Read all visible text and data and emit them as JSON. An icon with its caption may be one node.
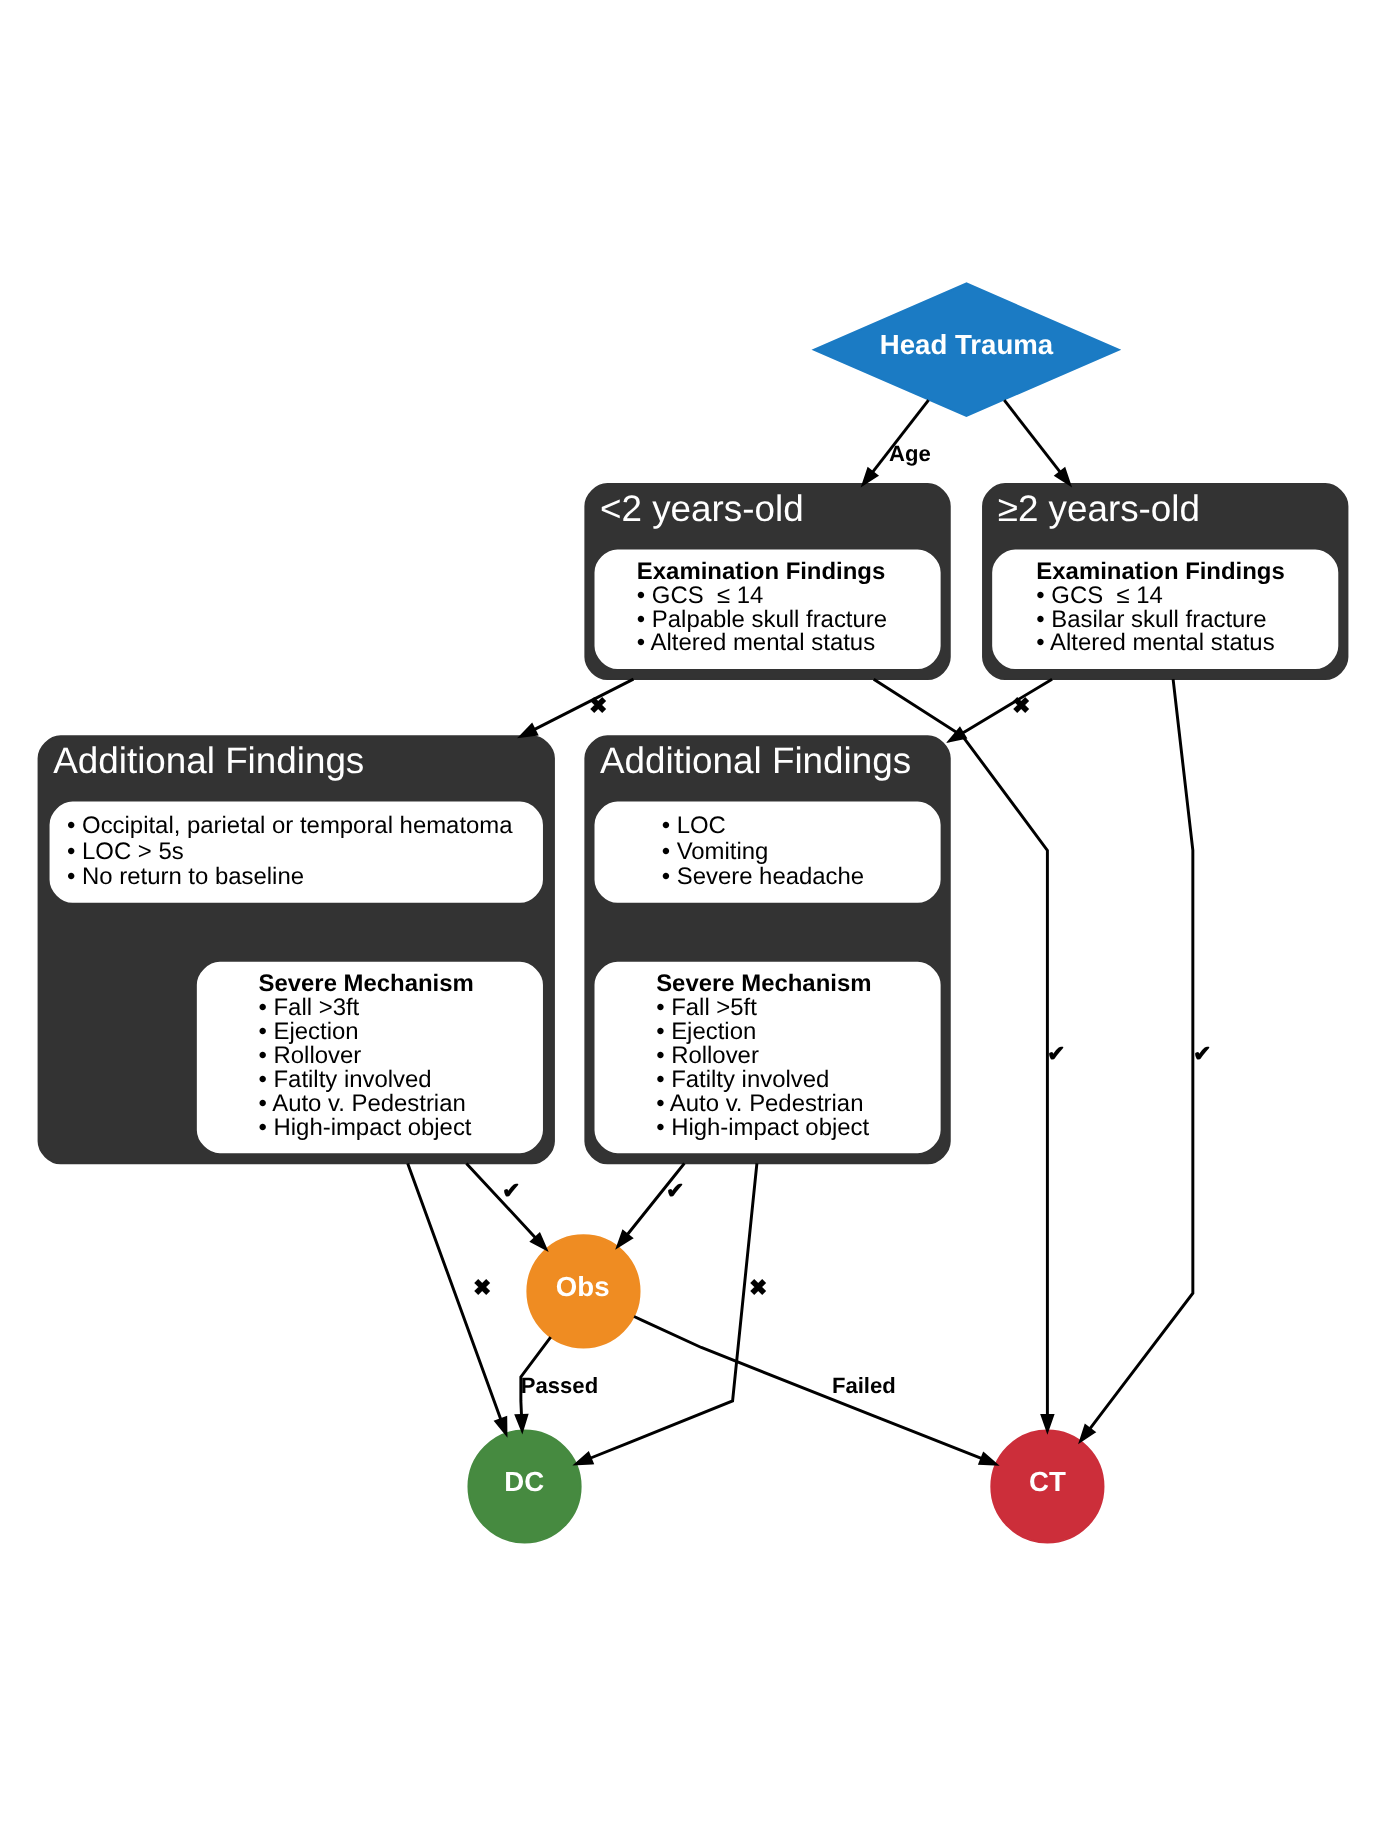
{
  "diagram": {
    "nodes": [
      {
        "text": [
          "Head Trauma"
        ]
      },
      {
        "text": [
          "<2 years-old"
        ]
      },
      {
        "text": [
          "Examination Findings",
          "• GCS  ≤ 14",
          "• Palpable skull fracture",
          "• Altered mental status"
        ],
        "in": 1
      },
      {
        "text": [
          "≥2 years-old"
        ]
      },
      {
        "text": [
          "Examination Findings",
          "• GCS  ≤ 14",
          "• Basilar skull fracture",
          "• Altered mental status"
        ],
        "in": 3
      },
      {
        "text": [
          "Additional Findings"
        ]
      },
      {
        "text": [
          "• Occipital, parietal or temporal hematoma",
          "• LOC > 5s",
          "• No return to baseline"
        ],
        "in": 5
      },
      {
        "text": [
          "Severe Mechanism",
          "• Fall >3ft",
          "• Ejection",
          "• Rollover",
          "• Fatilty involved",
          "• Auto v. Pedestrian",
          "• High-impact object"
        ],
        "in": 5
      },
      {
        "text": [
          "Additional Findings"
        ]
      },
      {
        "text": [
          "• LOC",
          "• Vomiting",
          "• Severe headache"
        ],
        "in": 8
      },
      {
        "text": [
          "Severe Mechanism",
          "• Fall >5ft",
          "• Ejection",
          "• Rollover",
          "• Fatilty involved",
          "• Auto v. Pedestrian",
          "• High-impact object"
        ],
        "in": 8
      },
      {
        "text": [
          "CT"
        ]
      },
      {
        "text": [
          "Obs"
        ]
      },
      {
        "text": [
          "DC"
        ]
      }
    ],
    "edges": [
      {
        "from": 0,
        "to": 1,
        "arrow": "to",
        "label": "Age"
      },
      {
        "from": 0,
        "to": 3,
        "arrow": "to"
      },
      {
        "from": 1,
        "to": 5,
        "arrow": "to",
        "label": "✖"
      },
      {
        "from": 1,
        "to": 11,
        "arrow": "to",
        "label": "✔"
      },
      {
        "from": 3,
        "to": 11,
        "arrow": "to",
        "label": "✔"
      },
      {
        "from": 3,
        "to": 8,
        "arrow": "to",
        "label": "✖"
      },
      {
        "from": 12,
        "to": 11,
        "arrow": "to",
        "label": "Failed"
      },
      {
        "from": 5,
        "to": 12,
        "arrow": "to",
        "label": "✔"
      },
      {
        "from": 8,
        "to": 12,
        "arrow": "to",
        "label": "✔"
      },
      {
        "from": 12,
        "to": 13,
        "arrow": "to",
        "label": "Passed"
      },
      {
        "from": 5,
        "to": 13,
        "arrow": "to",
        "label": "✖"
      },
      {
        "from": 8,
        "to": 13,
        "arrow": "to",
        "label": "✖"
      }
    ]
  }
}
